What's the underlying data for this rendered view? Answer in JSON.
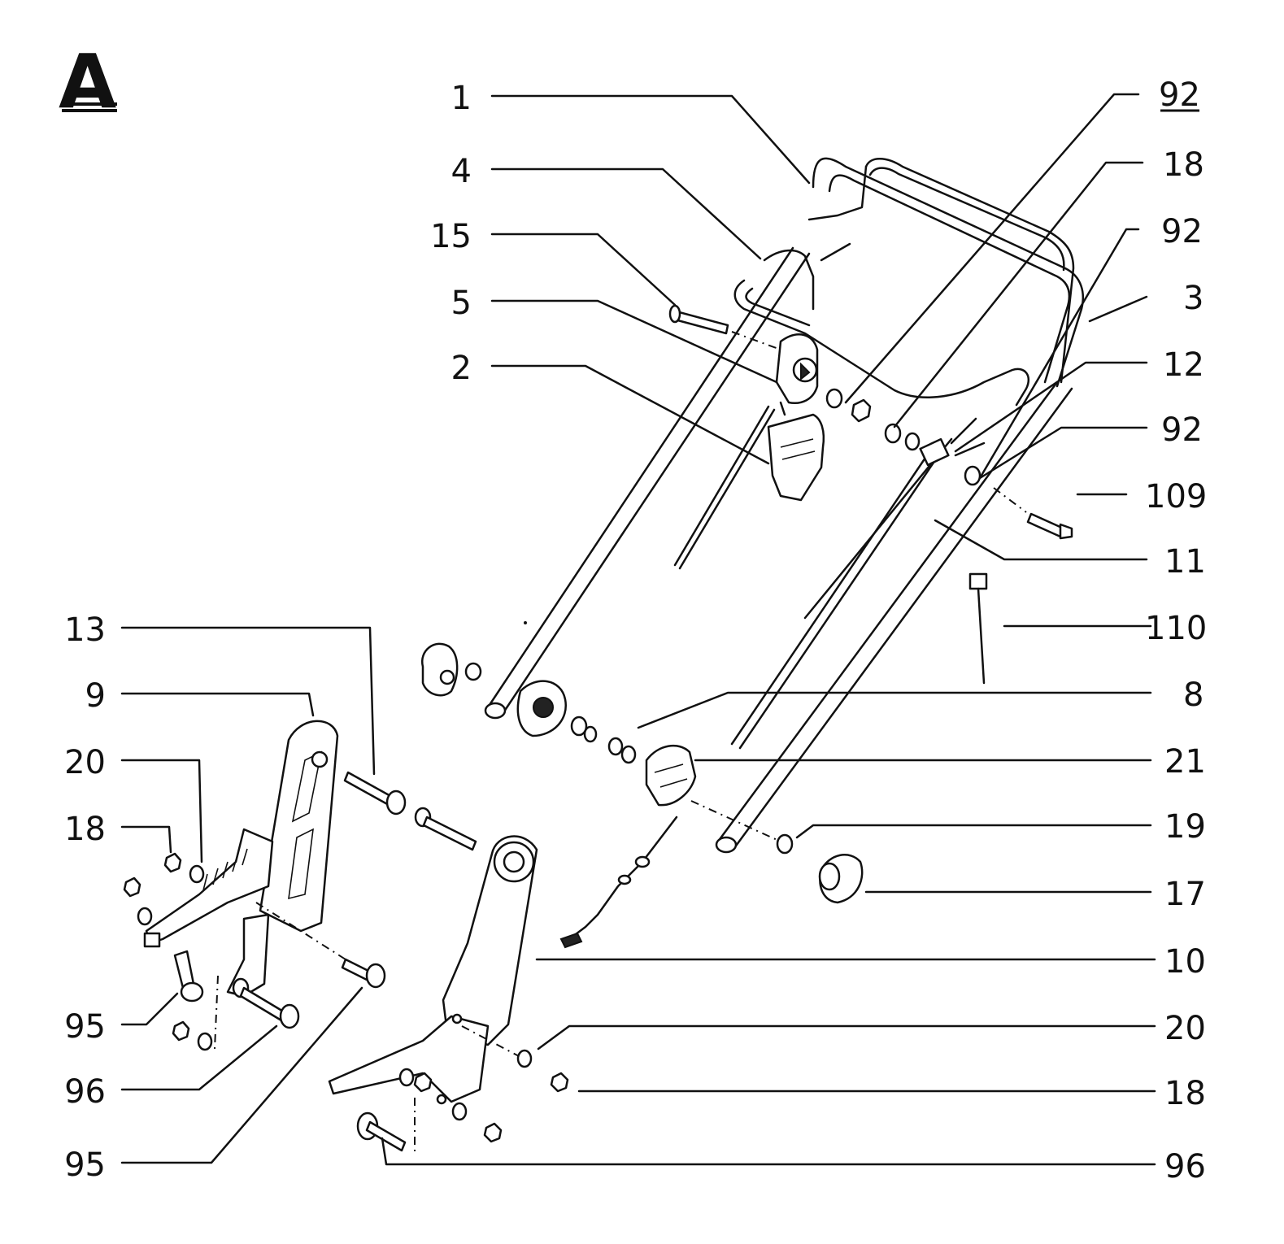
{
  "section_letter": "A",
  "callouts": [
    {
      "id": "c-1",
      "text": "1"
    },
    {
      "id": "c-4",
      "text": "4"
    },
    {
      "id": "c-15",
      "text": "15"
    },
    {
      "id": "c-5",
      "text": "5"
    },
    {
      "id": "c-2",
      "text": "2"
    },
    {
      "id": "c-92a",
      "text": "92"
    },
    {
      "id": "c-18a",
      "text": "18"
    },
    {
      "id": "c-92b",
      "text": "92"
    },
    {
      "id": "c-3",
      "text": "3"
    },
    {
      "id": "c-12",
      "text": "12"
    },
    {
      "id": "c-92c",
      "text": "92"
    },
    {
      "id": "c-109",
      "text": "109"
    },
    {
      "id": "c-11",
      "text": "11"
    },
    {
      "id": "c-110",
      "text": "110"
    },
    {
      "id": "c-8",
      "text": "8"
    },
    {
      "id": "c-21",
      "text": "21"
    },
    {
      "id": "c-19",
      "text": "19"
    },
    {
      "id": "c-17",
      "text": "17"
    },
    {
      "id": "c-10",
      "text": "10"
    },
    {
      "id": "c-20b",
      "text": "20"
    },
    {
      "id": "c-18c",
      "text": "18"
    },
    {
      "id": "c-96b",
      "text": "96"
    },
    {
      "id": "c-13",
      "text": "13"
    },
    {
      "id": "c-9",
      "text": "9"
    },
    {
      "id": "c-20a",
      "text": "20"
    },
    {
      "id": "c-18b",
      "text": "18"
    },
    {
      "id": "c-95a",
      "text": "95"
    },
    {
      "id": "c-96a",
      "text": "96"
    },
    {
      "id": "c-95b",
      "text": "95"
    }
  ]
}
